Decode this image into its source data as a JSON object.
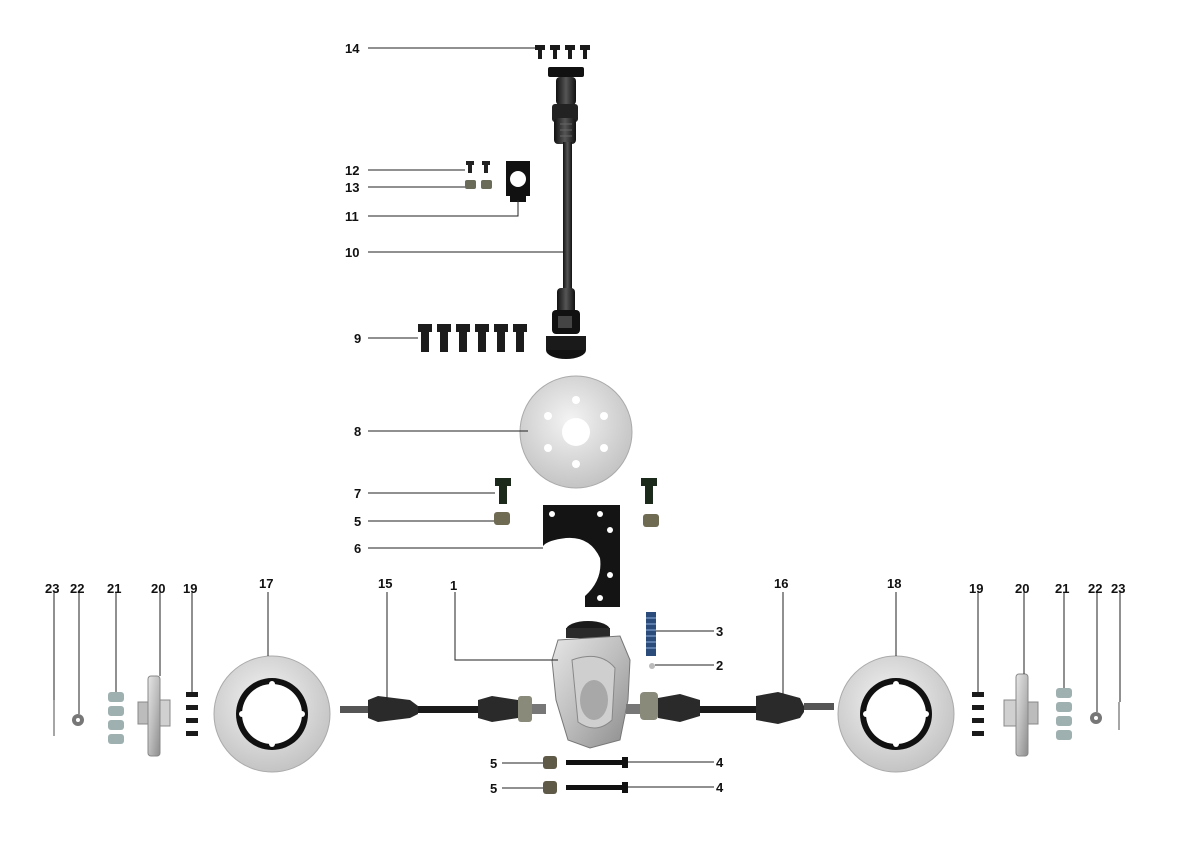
{
  "diagram": {
    "callouts": [
      {
        "id": "c14",
        "label": "14"
      },
      {
        "id": "c12",
        "label": "12"
      },
      {
        "id": "c13",
        "label": "13"
      },
      {
        "id": "c11",
        "label": "11"
      },
      {
        "id": "c10",
        "label": "10"
      },
      {
        "id": "c9",
        "label": "9"
      },
      {
        "id": "c8",
        "label": "8"
      },
      {
        "id": "c7",
        "label": "7"
      },
      {
        "id": "c5a",
        "label": "5"
      },
      {
        "id": "c6",
        "label": "6"
      },
      {
        "id": "c3",
        "label": "3"
      },
      {
        "id": "c2",
        "label": "2"
      },
      {
        "id": "c1",
        "label": "1"
      },
      {
        "id": "c4a",
        "label": "4"
      },
      {
        "id": "c4b",
        "label": "4"
      },
      {
        "id": "c5b",
        "label": "5"
      },
      {
        "id": "c5c",
        "label": "5"
      },
      {
        "id": "c15",
        "label": "15"
      },
      {
        "id": "c16",
        "label": "16"
      },
      {
        "id": "c17",
        "label": "17"
      },
      {
        "id": "c18",
        "label": "18"
      },
      {
        "id": "c19l",
        "label": "19"
      },
      {
        "id": "c20l",
        "label": "20"
      },
      {
        "id": "c21l",
        "label": "21"
      },
      {
        "id": "c22l",
        "label": "22"
      },
      {
        "id": "c23l",
        "label": "23"
      },
      {
        "id": "c19r",
        "label": "19"
      },
      {
        "id": "c20r",
        "label": "20"
      },
      {
        "id": "c21r",
        "label": "21"
      },
      {
        "id": "c22r",
        "label": "22"
      },
      {
        "id": "c23r",
        "label": "23"
      }
    ]
  }
}
